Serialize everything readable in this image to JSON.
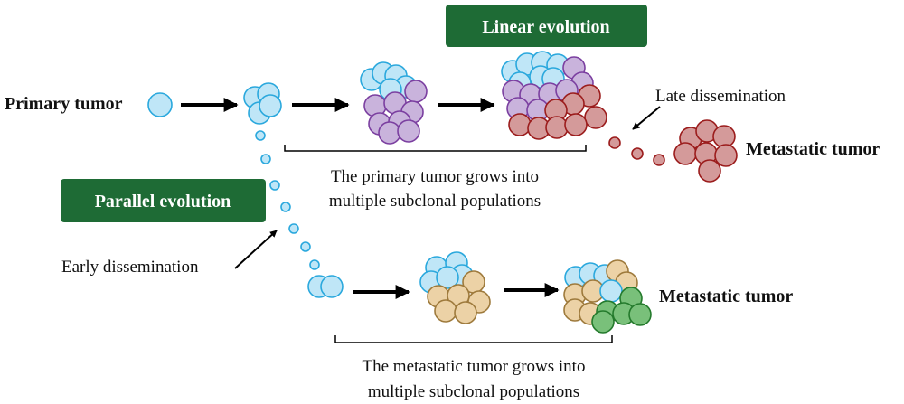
{
  "labels": {
    "primary_tumor": "Primary tumor",
    "linear_evolution": "Linear evolution",
    "parallel_evolution": "Parallel evolution",
    "late_dissemination": "Late dissemination",
    "early_dissemination": "Early dissemination",
    "metastatic_tumor_top": "Metastatic tumor",
    "metastatic_tumor_bottom": "Metastatic tumor",
    "primary_growth_line1": "The primary tumor grows into",
    "primary_growth_line2": "multiple subclonal populations",
    "metastatic_growth_line1": "The metastatic tumor grows into",
    "metastatic_growth_line2": "multiple subclonal populations"
  },
  "colors": {
    "badge": "#1e6b35",
    "blue_fill": "#bfe6f7",
    "blue_stroke": "#2aa8dd",
    "purple_fill": "#c9b3dc",
    "purple_stroke": "#7b3fa0",
    "red_fill": "#d49a9a",
    "red_stroke": "#9b1c1c",
    "tan_fill": "#ecd2a6",
    "tan_stroke": "#9e7a3c",
    "green_fill": "#79c07a",
    "green_stroke": "#247a2c"
  }
}
